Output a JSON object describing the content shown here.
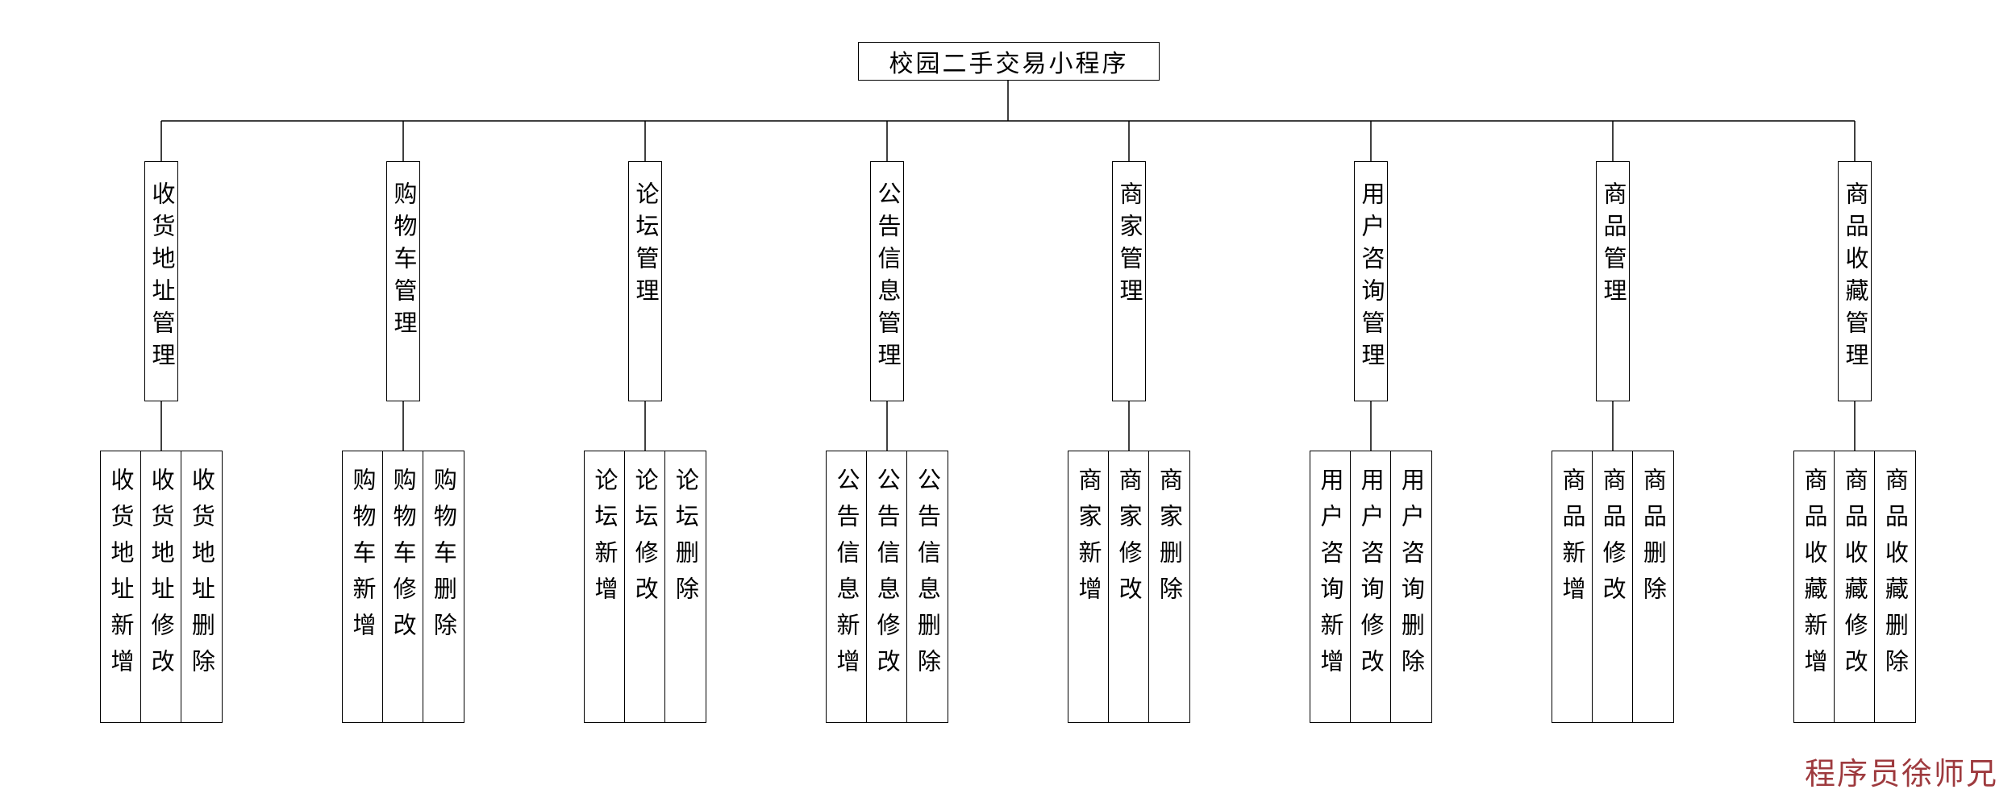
{
  "diagram": {
    "root": {
      "label": "校园二手交易小程序"
    },
    "branches": [
      {
        "label": "收货地址管理",
        "children": [
          "收货地址新增",
          "收货地址修改",
          "收货地址删除"
        ]
      },
      {
        "label": "购物车管理",
        "children": [
          "购物车新增",
          "购物车修改",
          "购物车删除"
        ]
      },
      {
        "label": "论坛管理",
        "children": [
          "论坛新增",
          "论坛修改",
          "论坛删除"
        ]
      },
      {
        "label": "公告信息管理",
        "children": [
          "公告信息新增",
          "公告信息修改",
          "公告信息删除"
        ]
      },
      {
        "label": "商家管理",
        "children": [
          "商家新增",
          "商家修改",
          "商家删除"
        ]
      },
      {
        "label": "用户咨询管理",
        "children": [
          "用户咨询新增",
          "用户咨询修改",
          "用户咨询删除"
        ]
      },
      {
        "label": "商品管理",
        "children": [
          "商品新增",
          "商品修改",
          "商品删除"
        ]
      },
      {
        "label": "商品收藏管理",
        "children": [
          "商品收藏新增",
          "商品收藏修改",
          "商品收藏删除"
        ]
      }
    ],
    "watermark": {
      "text": "程序员徐师兄",
      "color": "#9e3a3e"
    },
    "colors": {
      "line": "#000000",
      "box_border": "#000000",
      "background": "#ffffff",
      "text": "#000000"
    }
  }
}
